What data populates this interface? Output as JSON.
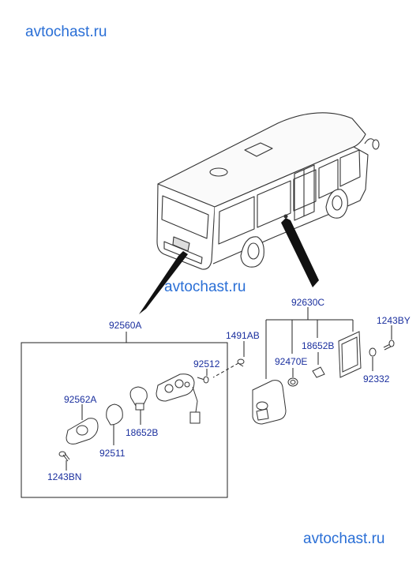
{
  "watermarks": [
    "avtochast.ru",
    "avtochast.ru",
    "avtochast.ru"
  ],
  "labels": {
    "left_group": "92560A",
    "right_group": "92630C",
    "p92562A": "92562A",
    "p1243BN": "1243BN",
    "p92511": "92511",
    "p18652B_left": "18652B",
    "p92512": "92512",
    "p1491AB": "1491AB",
    "p92470E": "92470E",
    "p18652B_right": "18652B",
    "p1243BY": "1243BY",
    "p92332": "92332"
  },
  "colors": {
    "label": "#1a2f9e",
    "watermark": "#2a6fd6",
    "line": "#222222"
  }
}
